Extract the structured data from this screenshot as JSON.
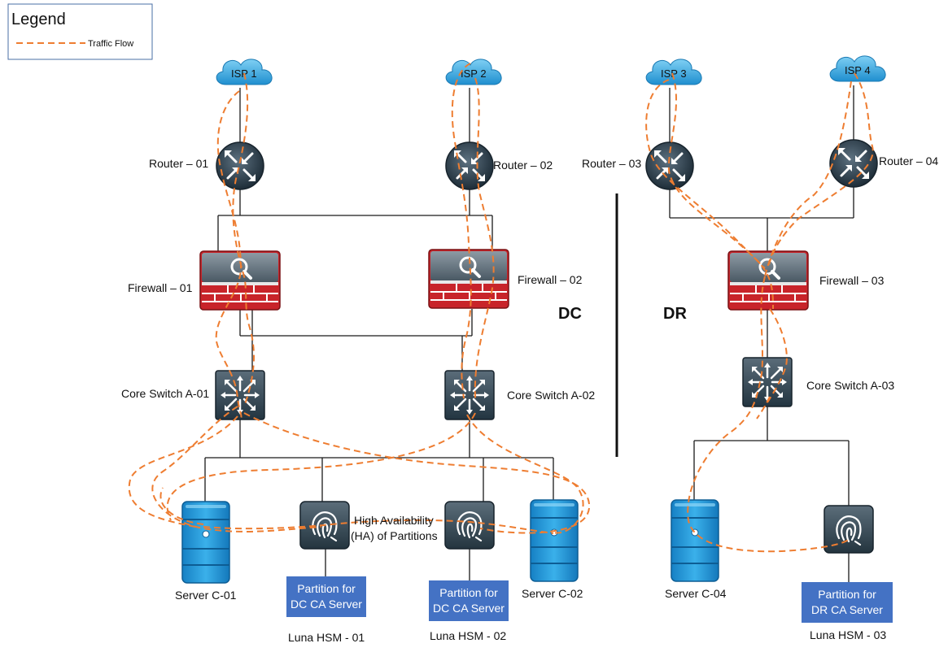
{
  "legend": {
    "title": "Legend",
    "traffic_flow_label": "Traffic Flow"
  },
  "colors": {
    "traffic_flow": "#ee7d31",
    "firewall_red": "#c8242a",
    "partition_box": "#4472c4",
    "cloud_blue": "#2a9fd8"
  },
  "sites": {
    "dc": "DC",
    "dr": "DR"
  },
  "isps": [
    "ISP 1",
    "ISP 2",
    "ISP 3",
    "ISP 4"
  ],
  "routers": [
    "Router – 01",
    "Router – 02",
    "Router – 03",
    "Router – 04"
  ],
  "firewalls": [
    "Firewall – 01",
    "Firewall – 02",
    "Firewall – 03"
  ],
  "core_switches": [
    "Core Switch A-01",
    "Core Switch A-02",
    "Core Switch A-03"
  ],
  "servers": [
    "Server C-01",
    "Server C-02",
    "Server C-04"
  ],
  "ha_label": {
    "line1": "High Availability",
    "line2": "(HA) of Partitions"
  },
  "partitions": [
    {
      "line1": "Partition for",
      "line2": "DC CA Server"
    },
    {
      "line1": "Partition for",
      "line2": "DC CA Server"
    },
    {
      "line1": "Partition for",
      "line2": "DR CA Server"
    }
  ],
  "hsms": [
    "Luna HSM - 01",
    "Luna HSM - 02",
    "Luna HSM - 03"
  ]
}
